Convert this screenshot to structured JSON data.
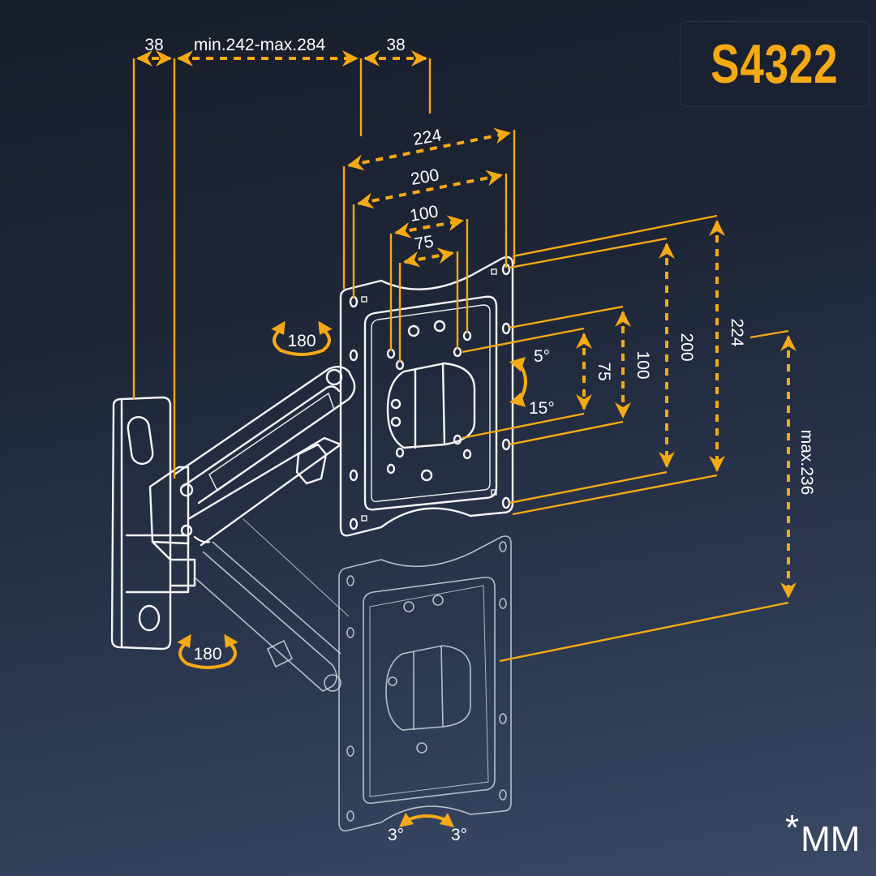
{
  "model": "S4322",
  "units_note": {
    "star": "*",
    "unit": "MM"
  },
  "colors": {
    "accent": "#f5a914",
    "line": "#ffffff",
    "background_top": "#181d2b",
    "background_bottom": "#3a4a66"
  },
  "dimensions": {
    "top": {
      "wall_plate_thickness": "38",
      "arm_extension": "min.242-max.284",
      "head_depth": "38"
    },
    "vesa_horizontal": [
      "224",
      "200",
      "100",
      "75"
    ],
    "vesa_vertical": [
      "75",
      "100",
      "200",
      "224"
    ],
    "height_adjust": "max.236"
  },
  "rotation": {
    "swivel_upper": "180",
    "swivel_lower": "180",
    "tilt_up": "5°",
    "tilt_down": "15°",
    "level_left": "3°",
    "level_right": "3°"
  }
}
